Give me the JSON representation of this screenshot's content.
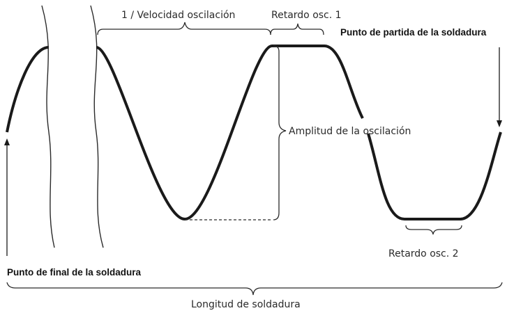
{
  "labels": {
    "period": "1  /  Velocidad oscilación",
    "delay1": "Retardo osc. 1",
    "start_point": "Punto de partida de la soldadura",
    "amplitude": "Amplitud de la oscilación",
    "delay2": "Retardo osc. 2",
    "end_point": "Punto de final de la soldadura",
    "weld_length": "Longitud de soldadura"
  },
  "colors": {
    "line": "#1a1a1a",
    "thin_line": "#2a2a2a"
  }
}
